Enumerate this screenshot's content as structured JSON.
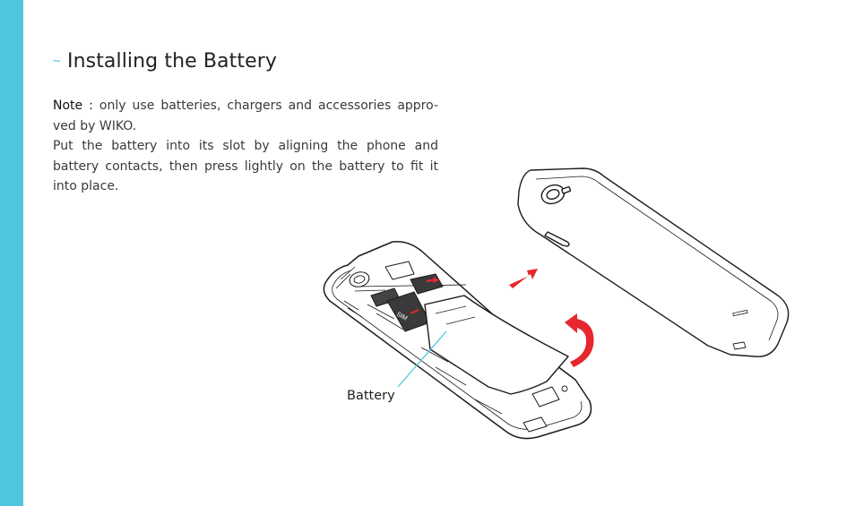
{
  "page": {
    "accent_color": "#4ec6de",
    "title_prefix": "~",
    "title": "Installing the Battery",
    "note_label": "Note :",
    "note_text_line1": " only use batteries, chargers and accessories appro-",
    "note_text_line2": "ved by WIKO.",
    "instructions_line1": "Put the battery into its slot by aligning the phone and",
    "instructions_line2": "battery contacts, then press lightly on the battery to fit it",
    "instructions_line3": "into place."
  },
  "illustration": {
    "callout_label": "Battery",
    "sim_label": "SIM",
    "arrow_color": "#e8262d",
    "callout_line_color": "#4ec6de"
  }
}
